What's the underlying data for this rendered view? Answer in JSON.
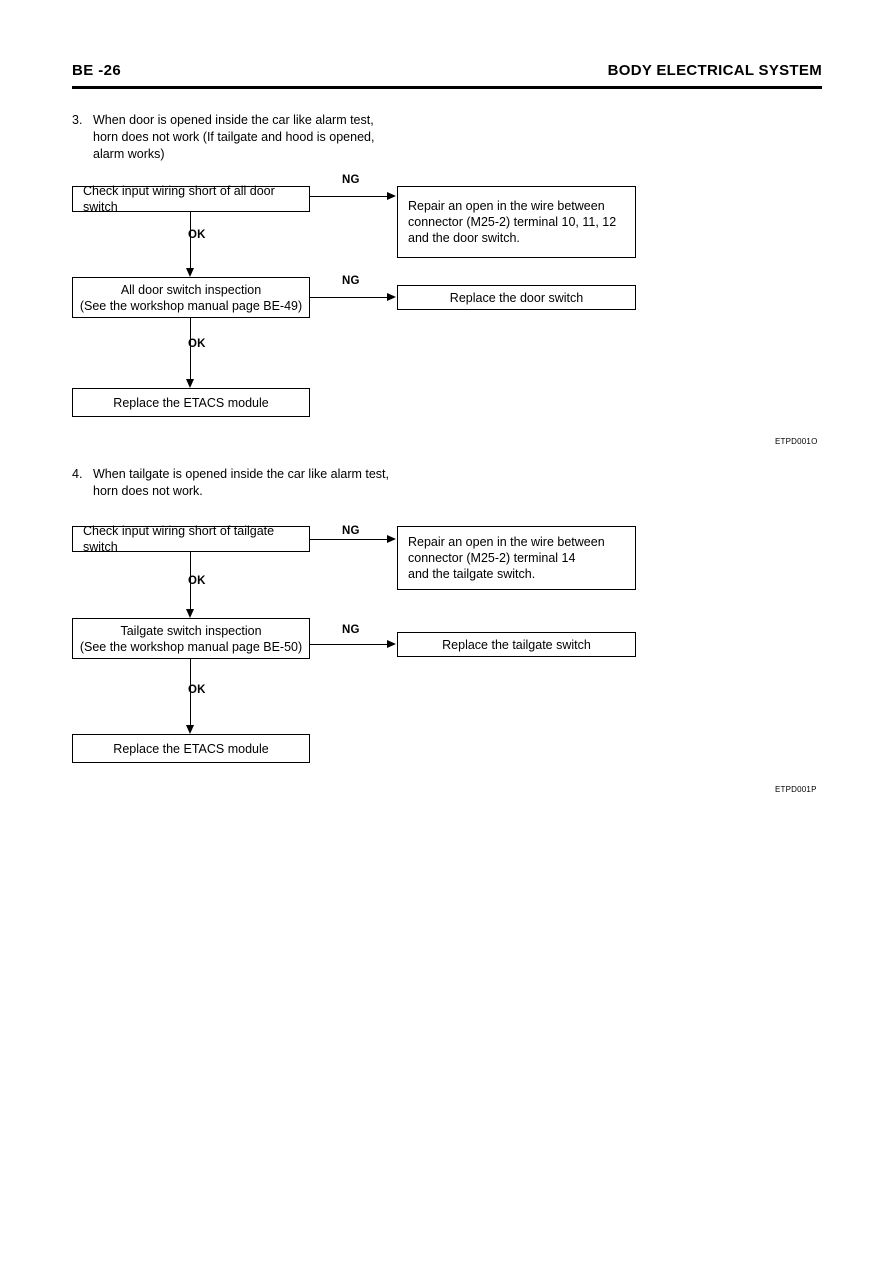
{
  "header": {
    "page_number": "BE -26",
    "title": "BODY ELECTRICAL SYSTEM"
  },
  "sections": [
    {
      "number": "3.",
      "text": "When door is opened inside the car like alarm test,\nhorn does not work (If tailgate and hood is opened,\nalarm works)",
      "figure_code": "ETPD001O",
      "flow": {
        "step1": "Check input wiring short of all door switch",
        "step1_ng_result": "Repair an open in the wire between\nconnector (M25-2) terminal 10, 11, 12\nand the door switch.",
        "step1_ok_label": "OK",
        "step1_ng_label": "NG",
        "step2": "All door switch inspection\n(See the workshop manual page BE-49)",
        "step2_ng_result": "Replace the door switch",
        "step2_ok_label": "OK",
        "step2_ng_label": "NG",
        "step3": "Replace the ETACS module"
      }
    },
    {
      "number": "4.",
      "text": "When tailgate is opened inside the car like alarm test,\nhorn does not work.",
      "figure_code": "ETPD001P",
      "flow": {
        "step1": "Check input wiring short of tailgate switch",
        "step1_ng_result": "Repair an open in the wire between\nconnector (M25-2) terminal 14\nand the tailgate switch.",
        "step1_ok_label": "OK",
        "step1_ng_label": "NG",
        "step2": "Tailgate switch inspection\n(See the workshop manual page BE-50)",
        "step2_ng_result": "Replace the tailgate switch",
        "step2_ok_label": "OK",
        "step2_ng_label": "NG",
        "step3": "Replace the ETACS module"
      }
    }
  ]
}
